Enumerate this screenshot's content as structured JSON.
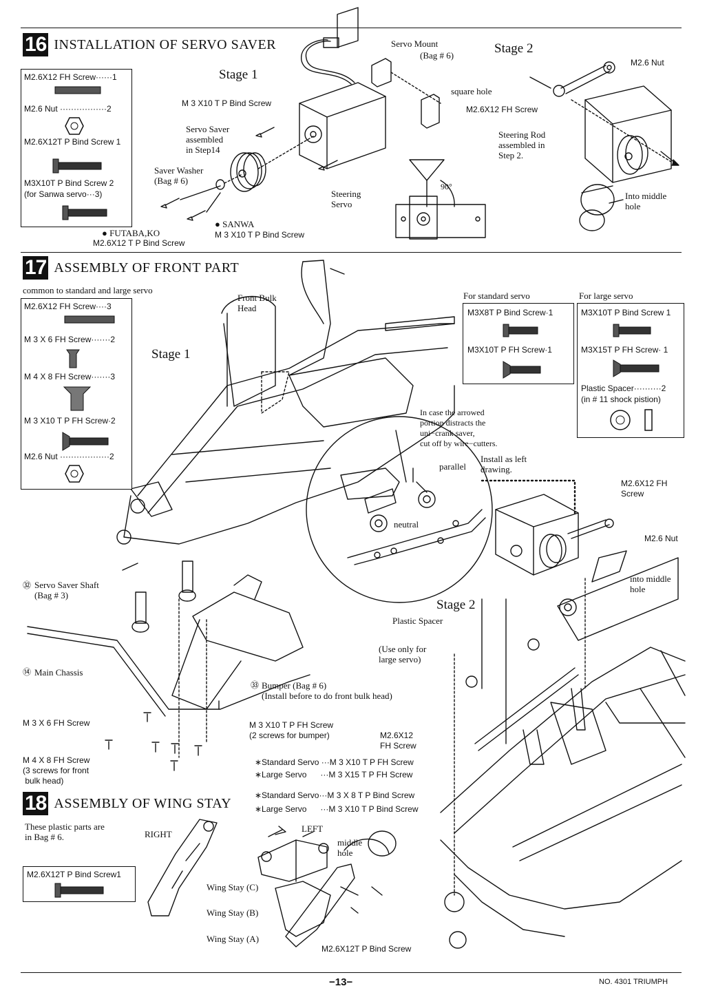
{
  "sec16": {
    "num": "16",
    "title": "INSTALLATION OF SERVO SAVER",
    "parts": [
      "M2.6X12 FH Screw······1",
      "M2.6 Nut ·················2",
      "M2.6X12T P Bind Screw 1",
      "M3X10T P Bind Screw 2",
      "(for Sanwa servo···3)"
    ],
    "stage1": "Stage 1",
    "stage2": "Stage 2",
    "servo_mount": "Servo Mount",
    "servo_mount_bag": "(Bag # 6)",
    "square_hole": "square hole",
    "m3_bind": "M 3 X10 T P Bind Screw",
    "saver": "Servo Saver\nassembled\nin Step14",
    "saver_washer": "Saver Washer\n(Bag # 6)",
    "steering_servo": "Steering\nServo",
    "futaba": "● FUTABA,KO",
    "futaba_screw": "M2.6X12 T P Bind Screw",
    "sanwa": "● SANWA",
    "sanwa_screw": "M 3 X10 T P Bind Screw",
    "angle": "90°",
    "m26_nut": "M2.6 Nut",
    "m26_fh": "M2.6X12 FH Screw",
    "steering_rod": "Steering Rod\nassembled in\nStep 2.",
    "into_middle": "Into middle\nhole"
  },
  "sec17": {
    "num": "17",
    "title": "ASSEMBLY OF FRONT PART",
    "common": "common to standard and large servo",
    "parts": [
      "M2.6X12 FH Screw····3",
      "M 3 X 6 FH Screw·······2",
      "M 4 X 8 FH Screw·······3",
      "M 3 X10 T P FH Screw·2",
      "M2.6 Nut ··················2"
    ],
    "stage1": "Stage 1",
    "stage2": "Stage 2",
    "front_bulk": "Front Bulk\nHead",
    "std_servo_head": "For standard servo",
    "std_parts": [
      "M3X8T P Bind Screw·1",
      "M3X10T P FH Screw·1"
    ],
    "large_servo_head": "For large servo",
    "large_parts": [
      "M3X10T P Bind Screw 1",
      "M3X15T P FH Screw· 1",
      "Plastic Spacer··········2",
      "(in # 11 shock pistion)"
    ],
    "incase": "In case the arrowed\nportion distracts the\nuni−crank saver,\ncut off by wire−cutters.",
    "parallel": "parallel",
    "install_left": "Install as left\ndrawing.",
    "neutral": "neutral",
    "m26_fh": "M2.6X12 FH\nScrew",
    "m26_nut": "M2.6 Nut",
    "into_middle": "into middle\nhole",
    "shaft": "Servo Saver Shaft\n(Bag # 3)",
    "main_chassis": "Main Chassis",
    "plastic_spacer": "Plastic Spacer",
    "use_only": "(Use only for\nlarge servo)",
    "bumper": "Bumper (Bag # 6)\n(Install before to do front bulk head)",
    "m3x6": "M 3 X 6 FH Screw",
    "m3x10fh": "M 3 X10 T P FH Screw\n(2 screws for bumper)",
    "m4x8": "M 4 X 8 FH Screw\n(3 screws for front\n bulk head)",
    "m26x12": "M2.6X12\nFH Screw",
    "std_fh": "∗Standard Servo ···M 3 X10 T P FH Screw",
    "large_fh": "∗Large Servo      ···M 3 X15 T P FH Screw",
    "std_bind": "∗Standard Servo···M 3 X 8 T P Bind Screw",
    "large_bind": "∗Large Servo      ···M 3 X10 T P Bind Screw",
    "num_shaft": "㉜",
    "num_chassis": "⑭",
    "num_bumper": "㉝"
  },
  "sec18": {
    "num": "18",
    "title": "ASSEMBLY OF WING STAY",
    "note": "These plastic parts are\nin Bag # 6.",
    "part": "M2.6X12T P Bind Screw1",
    "right": "RIGHT",
    "left": "LEFT",
    "middle_hole": "middle\nhole",
    "wing_c": "Wing Stay (C)",
    "wing_b": "Wing Stay (B)",
    "wing_a": "Wing Stay (A)",
    "screw": "M2.6X12T P Bind Screw"
  },
  "footer": {
    "page": "−13−",
    "model": "NO. 4301 TRIUMPH"
  }
}
